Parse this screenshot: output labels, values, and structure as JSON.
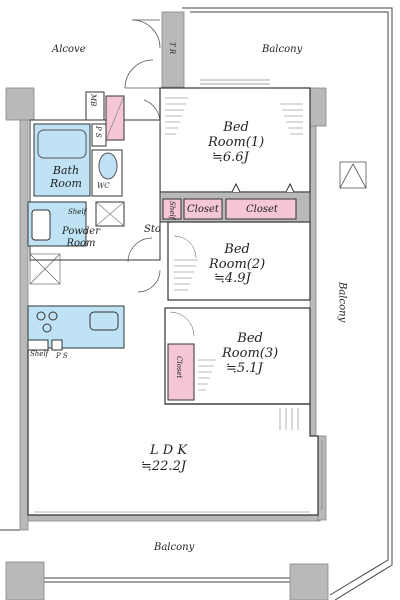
{
  "rooms": {
    "alcove": "Alcove",
    "balcony_top": "Balcony",
    "balcony_right": "Balcony",
    "balcony_bottom": "Balcony",
    "tr": "T R",
    "mb": "MB",
    "ps_upper": "P S",
    "bath": "Bath\nRoom",
    "wc": "WC",
    "shelf_powder": "Shelf",
    "powder": "Powder\nRoom",
    "sto": "Sto",
    "shelf_kitchen": "Shelf",
    "ps_lower": "P S",
    "bedroom1_name": "Bed\nRoom(1)",
    "bedroom1_size": "≒6.6J",
    "bedroom2_name": "Bed\nRoom(2)",
    "bedroom2_size": "≒4.9J",
    "bedroom3_name": "Bed\nRoom(3)",
    "bedroom3_size": "≒5.1J",
    "ldk_name": "L D K",
    "ldk_size": "≒22.2J",
    "shelf_closet": "Shelf",
    "closet_a": "Closet",
    "closet_b": "Closet",
    "closet_c": "Closet"
  },
  "colors": {
    "wall": "#b9b9b9",
    "wall_dark": "#9a9a9a",
    "wet_area": "#bfe3f4",
    "closet": "#f5c6d6",
    "line": "#333333"
  }
}
